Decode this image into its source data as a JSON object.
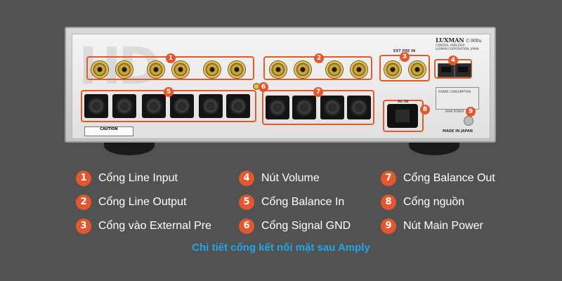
{
  "device": {
    "brand": "LUXMAN",
    "model": "C-900u",
    "type_label": "CONTROL AMPLIFIER",
    "maker": "LUXMAN CORPORATION, JAPAN",
    "caution": "CAUTION",
    "made_in": "MADE IN JAPAN",
    "watermark": "HD"
  },
  "panel_labels": {
    "ext_pre_in": "EXT PRE IN",
    "ac_in": "AC IN",
    "main_power": "MAIN POWER",
    "power_consumption": "POWER CONSUMPTION"
  },
  "legend": [
    {
      "num": "1",
      "label": "Cổng Line Input"
    },
    {
      "num": "2",
      "label": "Cổng Line Output"
    },
    {
      "num": "3",
      "label": "Cổng vào External Pre"
    },
    {
      "num": "4",
      "label": "Nút Volume"
    },
    {
      "num": "5",
      "label": "Cổng Balance In"
    },
    {
      "num": "6",
      "label": "Cổng Signal GND"
    },
    {
      "num": "7",
      "label": "Cổng Balance Out"
    },
    {
      "num": "8",
      "label": "Cổng nguồn"
    },
    {
      "num": "9",
      "label": "Nút Main Power"
    }
  ],
  "caption": "Chi tiết cổng kết nối mặt sau Amply",
  "colors": {
    "background": "#525252",
    "badge": "#e4572e",
    "caption": "#1ea7e8",
    "highlight": "#e05a2b"
  }
}
